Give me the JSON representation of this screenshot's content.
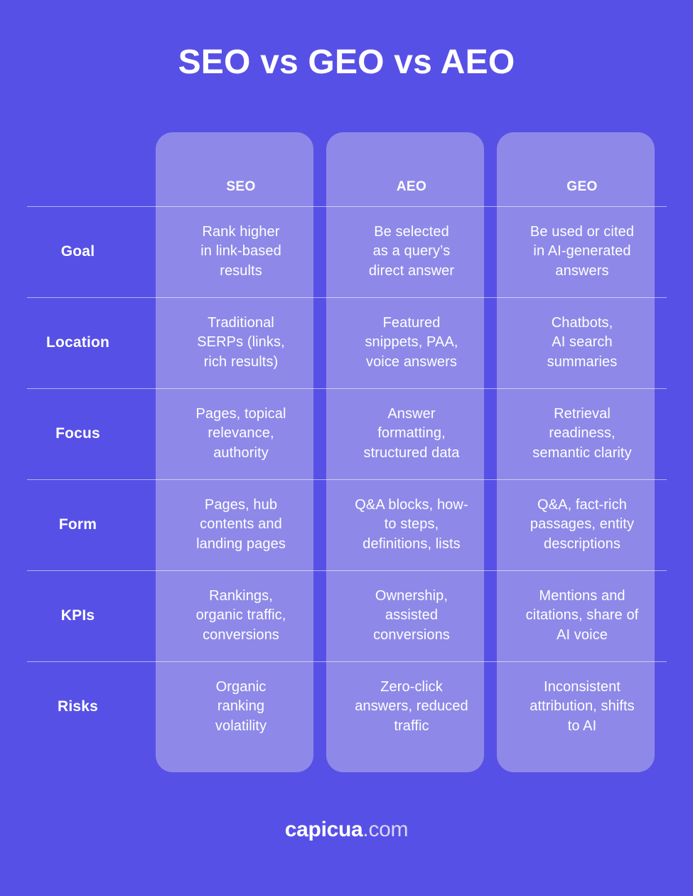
{
  "title": "SEO vs GEO vs AEO",
  "columns": [
    "SEO",
    "AEO",
    "GEO"
  ],
  "rows": [
    {
      "label": "Goal",
      "cells": [
        "Rank higher\nin link-based\nresults",
        "Be selected\nas a query’s\ndirect answer",
        "Be used or cited\nin AI-generated\nanswers"
      ]
    },
    {
      "label": "Location",
      "cells": [
        "Traditional\nSERPs (links,\nrich results)",
        "Featured\nsnippets, PAA,\nvoice answers",
        "Chatbots,\nAI search\nsummaries"
      ]
    },
    {
      "label": "Focus",
      "cells": [
        "Pages, topical\nrelevance,\nauthority",
        "Answer\nformatting,\nstructured data",
        "Retrieval\nreadiness,\nsemantic clarity"
      ]
    },
    {
      "label": "Form",
      "cells": [
        "Pages, hub\ncontents and\nlanding pages",
        "Q&A blocks, how-\nto steps,\ndefinitions, lists",
        "Q&A, fact-rich\npassages, entity\ndescriptions"
      ]
    },
    {
      "label": "KPIs",
      "cells": [
        "Rankings,\norganic traffic,\nconversions",
        "Ownership,\nassisted\nconversions",
        "Mentions and\ncitations, share of\nAI voice"
      ]
    },
    {
      "label": "Risks",
      "cells": [
        "Organic\nranking\nvolatility",
        "Zero-click\nanswers, reduced\ntraffic",
        "Inconsistent\nattribution, shifts\nto AI"
      ]
    }
  ],
  "footer": {
    "brand": "capicua",
    "tld": ".com"
  },
  "colors": {
    "background": "#5750e6",
    "panel": "#8e89e8",
    "text": "#ffffff",
    "divider": "rgba(255,255,255,0.55)",
    "tld_text": "#d9d7f7"
  }
}
